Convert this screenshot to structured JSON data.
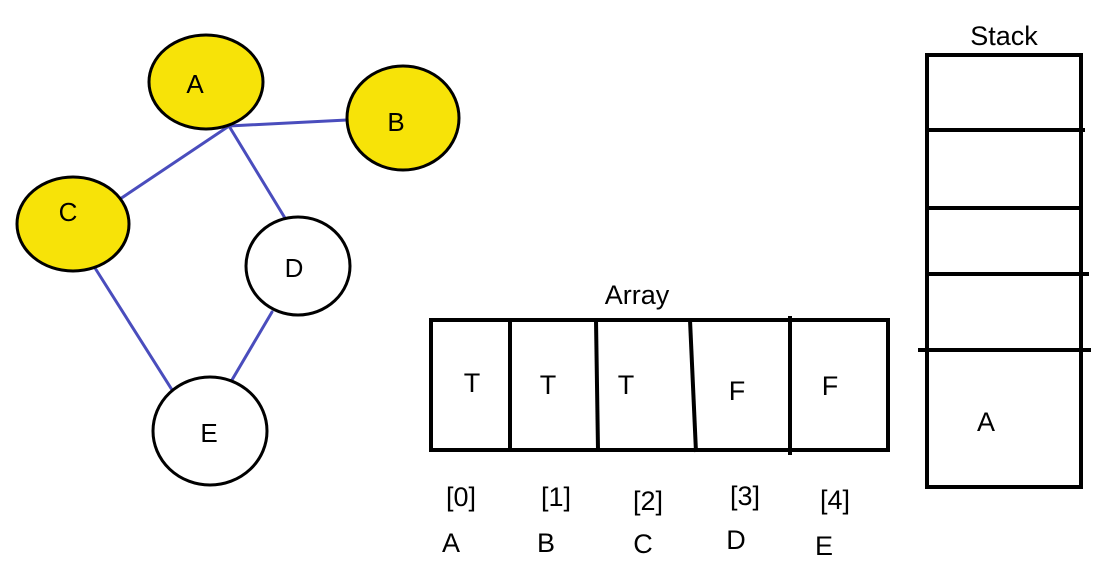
{
  "colors": {
    "visited_fill": "#f7e308",
    "edge": "#4a4dbd",
    "stroke": "#000000",
    "background": "#ffffff"
  },
  "graph": {
    "nodes": [
      {
        "id": "A",
        "label": "A",
        "visited": true
      },
      {
        "id": "B",
        "label": "B",
        "visited": true
      },
      {
        "id": "C",
        "label": "C",
        "visited": true
      },
      {
        "id": "D",
        "label": "D",
        "visited": false
      },
      {
        "id": "E",
        "label": "E",
        "visited": false
      }
    ],
    "edges": [
      [
        "A",
        "B"
      ],
      [
        "A",
        "C"
      ],
      [
        "A",
        "D"
      ],
      [
        "C",
        "E"
      ],
      [
        "D",
        "E"
      ]
    ]
  },
  "array": {
    "title": "Array",
    "cells": [
      {
        "value": "T",
        "index": "[0]",
        "node": "A"
      },
      {
        "value": "T",
        "index": "[1]",
        "node": "B"
      },
      {
        "value": "T",
        "index": "[2]",
        "node": "C"
      },
      {
        "value": "F",
        "index": "[3]",
        "node": "D"
      },
      {
        "value": "F",
        "index": "[4]",
        "node": "E"
      }
    ]
  },
  "stack": {
    "title": "Stack",
    "slots": [
      "",
      "",
      "",
      "",
      "A"
    ]
  }
}
